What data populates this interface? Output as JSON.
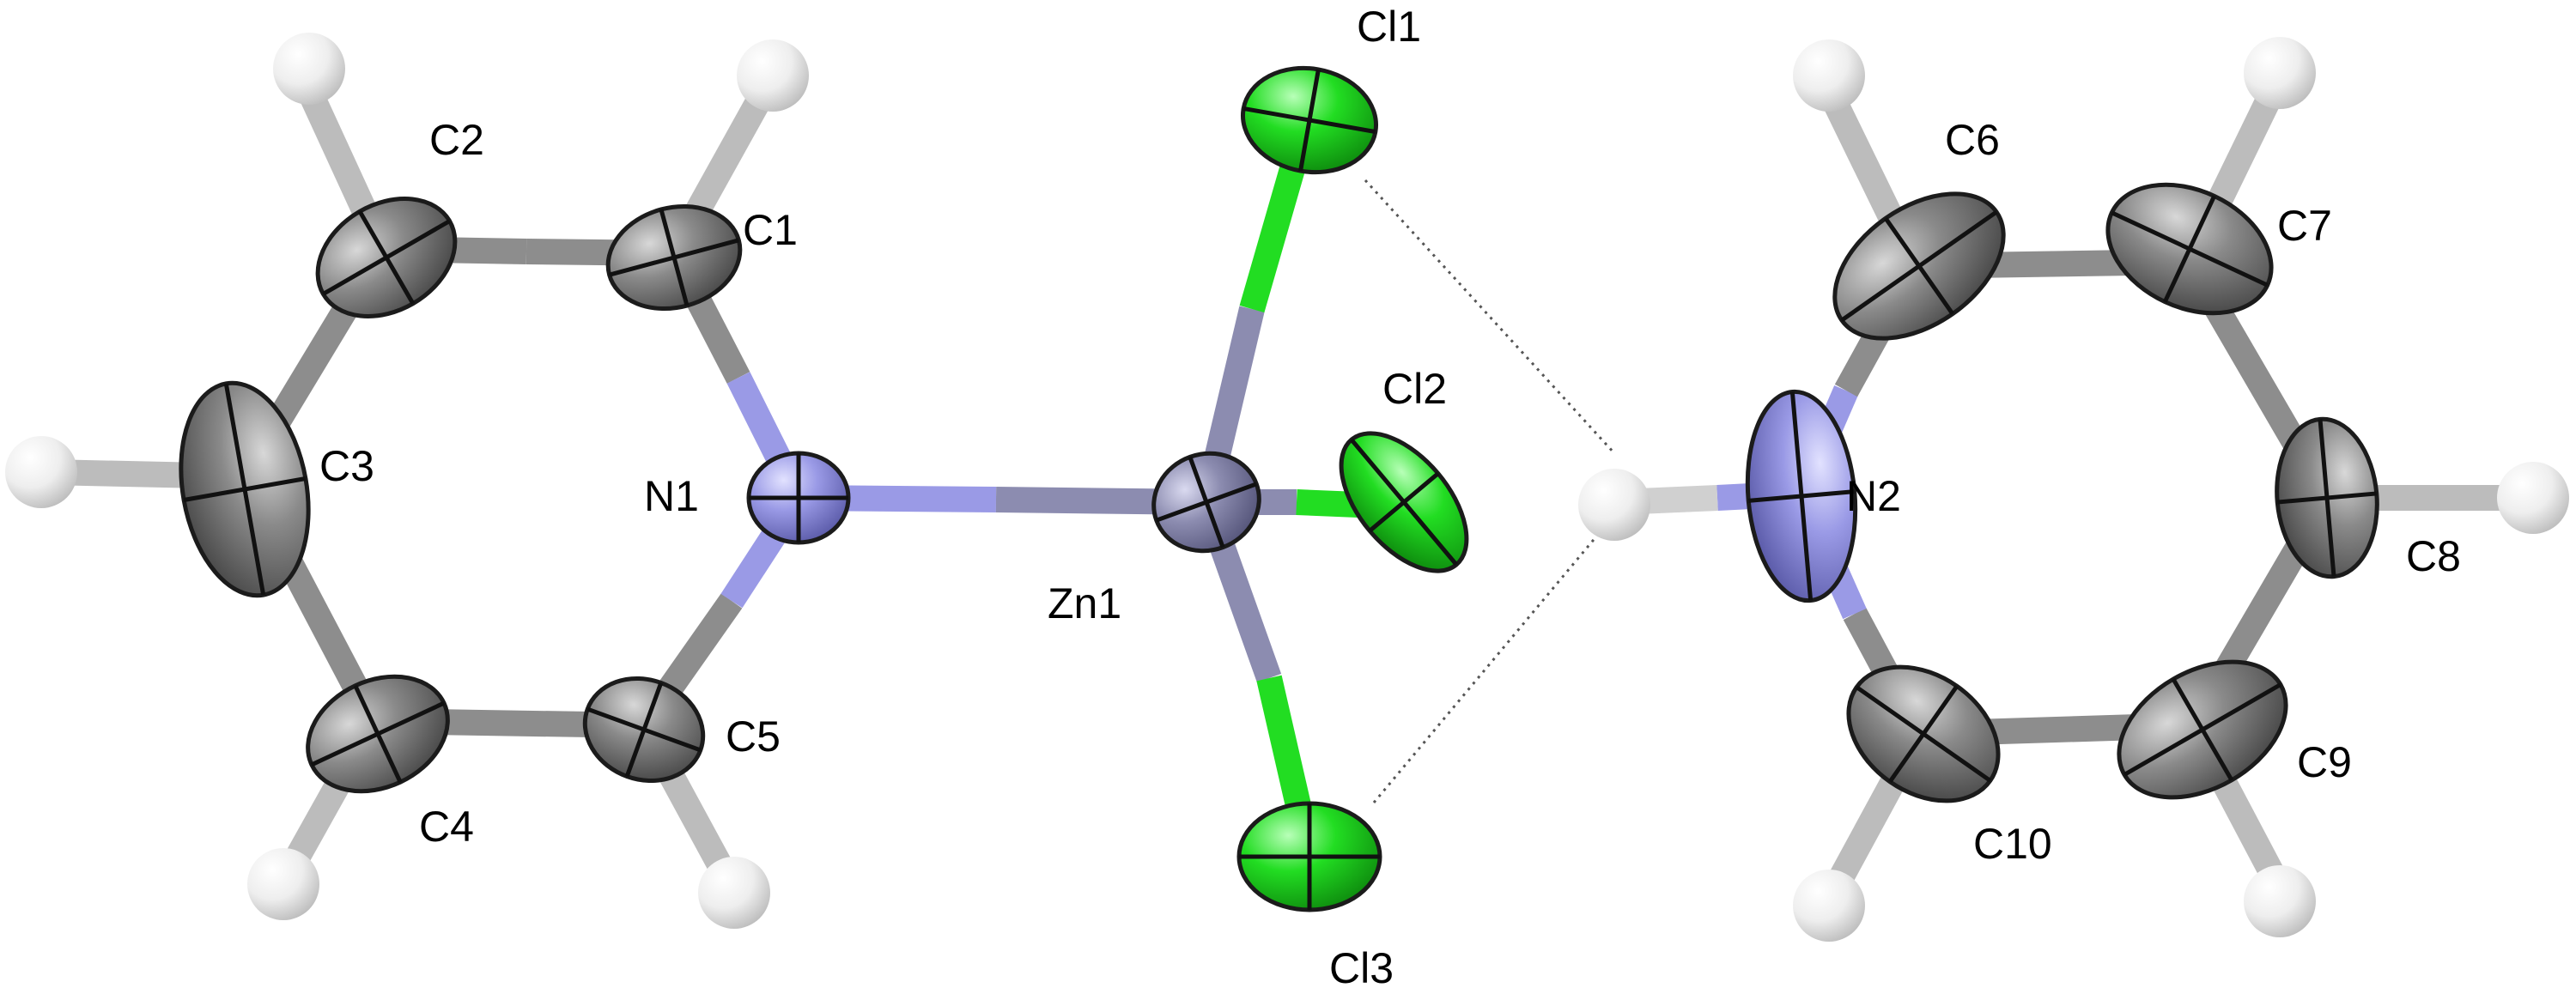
{
  "colors": {
    "carbon": "#7d7d7d",
    "nitrogen": "#9a9ae6",
    "zinc": "#8c8cb0",
    "chlorine": "#22dd22",
    "hydrogen": "#ececec",
    "h_contact": "#555555"
  },
  "atoms": [
    {
      "id": "C1",
      "label": "C1",
      "element": "carbon"
    },
    {
      "id": "C2",
      "label": "C2",
      "element": "carbon"
    },
    {
      "id": "C3",
      "label": "C3",
      "element": "carbon"
    },
    {
      "id": "C4",
      "label": "C4",
      "element": "carbon"
    },
    {
      "id": "C5",
      "label": "C5",
      "element": "carbon"
    },
    {
      "id": "N1",
      "label": "N1",
      "element": "nitrogen"
    },
    {
      "id": "Zn1",
      "label": "Zn1",
      "element": "zinc"
    },
    {
      "id": "Cl1",
      "label": "Cl1",
      "element": "chlorine"
    },
    {
      "id": "Cl2",
      "label": "Cl2",
      "element": "chlorine"
    },
    {
      "id": "Cl3",
      "label": "Cl3",
      "element": "chlorine"
    },
    {
      "id": "N2",
      "label": "N2",
      "element": "nitrogen"
    },
    {
      "id": "C6",
      "label": "C6",
      "element": "carbon"
    },
    {
      "id": "C7",
      "label": "C7",
      "element": "carbon"
    },
    {
      "id": "C8",
      "label": "C8",
      "element": "carbon"
    },
    {
      "id": "C9",
      "label": "C9",
      "element": "carbon"
    },
    {
      "id": "C10",
      "label": "C10",
      "element": "carbon"
    }
  ]
}
